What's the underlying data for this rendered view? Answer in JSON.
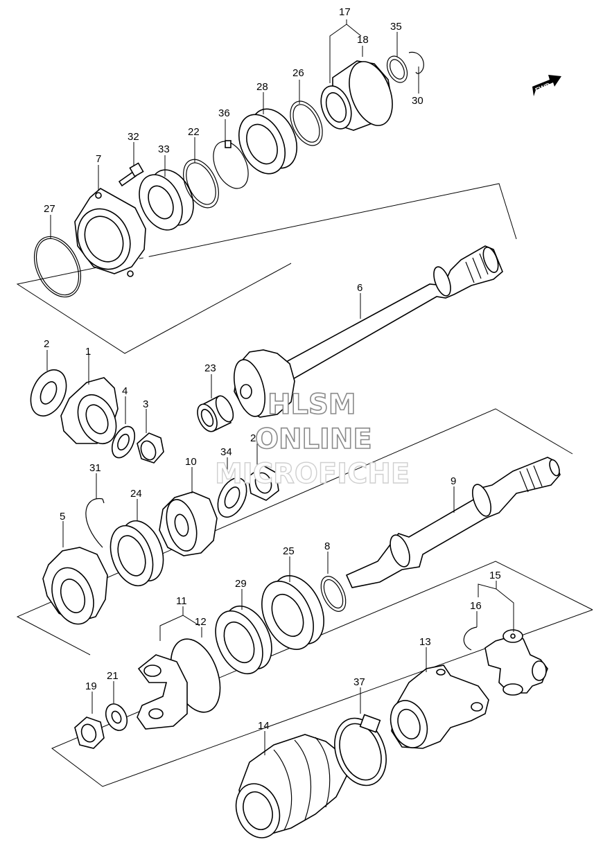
{
  "watermark": {
    "line1": "HLSM",
    "line2": "ONLINE",
    "line3": "MICROFICHE"
  },
  "fwd_badge": {
    "label": "FWD"
  },
  "callouts": [
    "1",
    "2",
    "3",
    "4",
    "5",
    "6",
    "7",
    "8",
    "9",
    "10",
    "11",
    "12",
    "13",
    "14",
    "15",
    "16",
    "17",
    "18",
    "19",
    "20",
    "21",
    "22",
    "23",
    "24",
    "25",
    "26",
    "27",
    "28",
    "29",
    "30",
    "31",
    "32",
    "33",
    "34",
    "35",
    "36",
    "37"
  ]
}
